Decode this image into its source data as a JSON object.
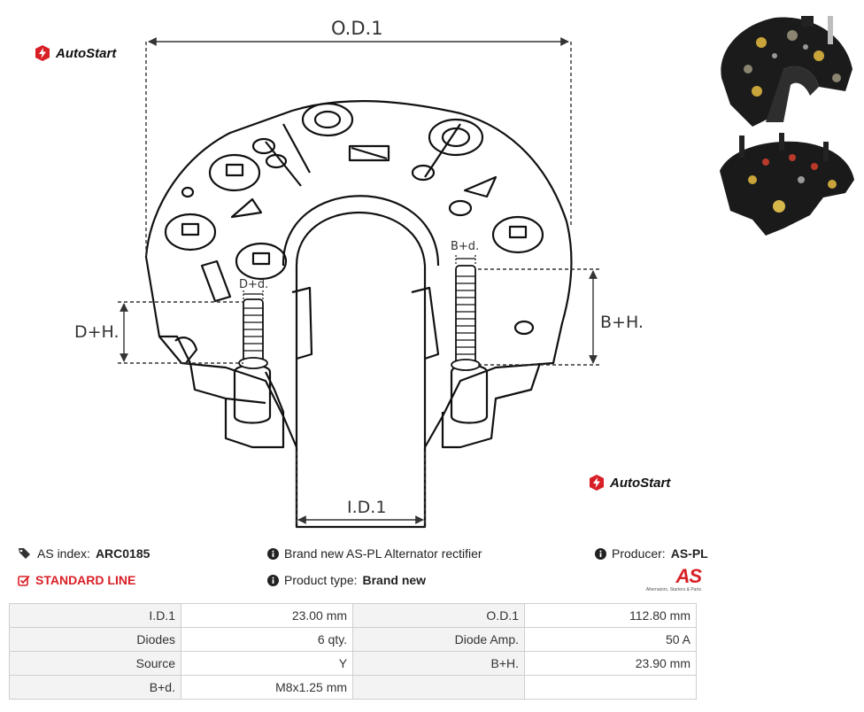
{
  "brand": {
    "logo_text": "AutoStart"
  },
  "drawing": {
    "od_label": "O.D.1",
    "id_label": "I.D.1",
    "dh_label": "D+H.",
    "bh_label": "B+H.",
    "dd_label": "D+d.",
    "bd_label": "B+d."
  },
  "info": {
    "as_index_label": "AS index:",
    "as_index_value": "ARC0185",
    "line_label": "STANDARD LINE",
    "description": "Brand new AS-PL Alternator rectifier",
    "product_type_label": "Product type:",
    "product_type_value": "Brand new",
    "producer_label": "Producer:",
    "producer_value": "AS-PL",
    "producer_logo_text": "AS",
    "producer_tagline": "Alternators, Starters & Parts"
  },
  "specs": [
    {
      "k1": "I.D.1",
      "v1": "23.00 mm",
      "k2": "O.D.1",
      "v2": "112.80 mm"
    },
    {
      "k1": "Diodes",
      "v1": "6 qty.",
      "k2": "Diode Amp.",
      "v2": "50 A"
    },
    {
      "k1": "Source",
      "v1": "Y",
      "k2": "B+H.",
      "v2": "23.90 mm"
    },
    {
      "k1": "B+d.",
      "v1": "M8x1.25 mm",
      "k2": "",
      "v2": ""
    }
  ],
  "colors": {
    "accent_red": "#d81f26",
    "table_key_bg": "#f3f3f3",
    "border": "#cfcfcf"
  },
  "icons": [
    "tags-icon",
    "check-square-icon",
    "info-circle-icon"
  ]
}
